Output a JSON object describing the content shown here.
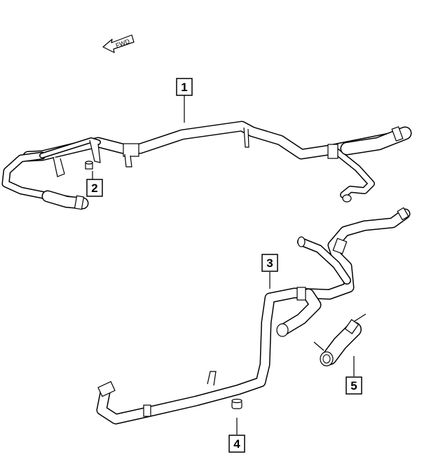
{
  "diagram": {
    "direction_label": "FWD",
    "callouts": [
      {
        "id": "callout-1",
        "label": "1"
      },
      {
        "id": "callout-2",
        "label": "2"
      },
      {
        "id": "callout-3",
        "label": "3"
      },
      {
        "id": "callout-4",
        "label": "4"
      },
      {
        "id": "callout-5",
        "label": "5"
      }
    ]
  }
}
